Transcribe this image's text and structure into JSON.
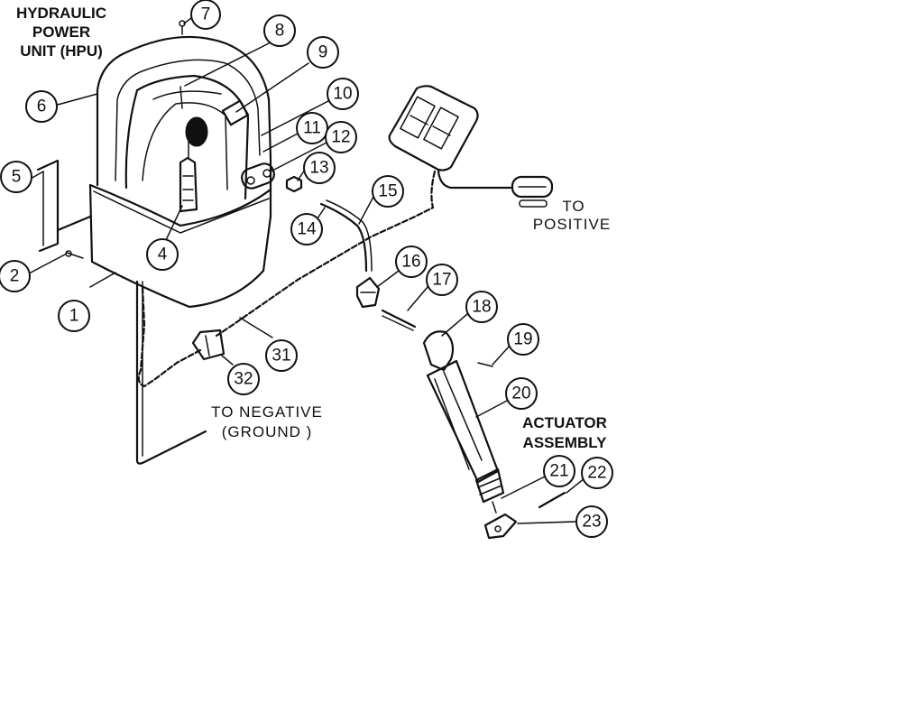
{
  "titles": {
    "hpu": [
      "HYDRAULIC",
      "POWER",
      "UNIT (HPU)"
    ],
    "actuator": [
      "ACTUATOR",
      "ASSEMBLY"
    ]
  },
  "notes": {
    "positive": [
      "TO",
      "POSITIVE"
    ],
    "negative": [
      "TO NEGATIVE",
      "(GROUND )"
    ]
  },
  "callouts": [
    "1",
    "2",
    "4",
    "5",
    "6",
    "7",
    "8",
    "9",
    "10",
    "11",
    "12",
    "13",
    "14",
    "15",
    "16",
    "17",
    "18",
    "19",
    "20",
    "21",
    "22",
    "23",
    "31",
    "32"
  ]
}
